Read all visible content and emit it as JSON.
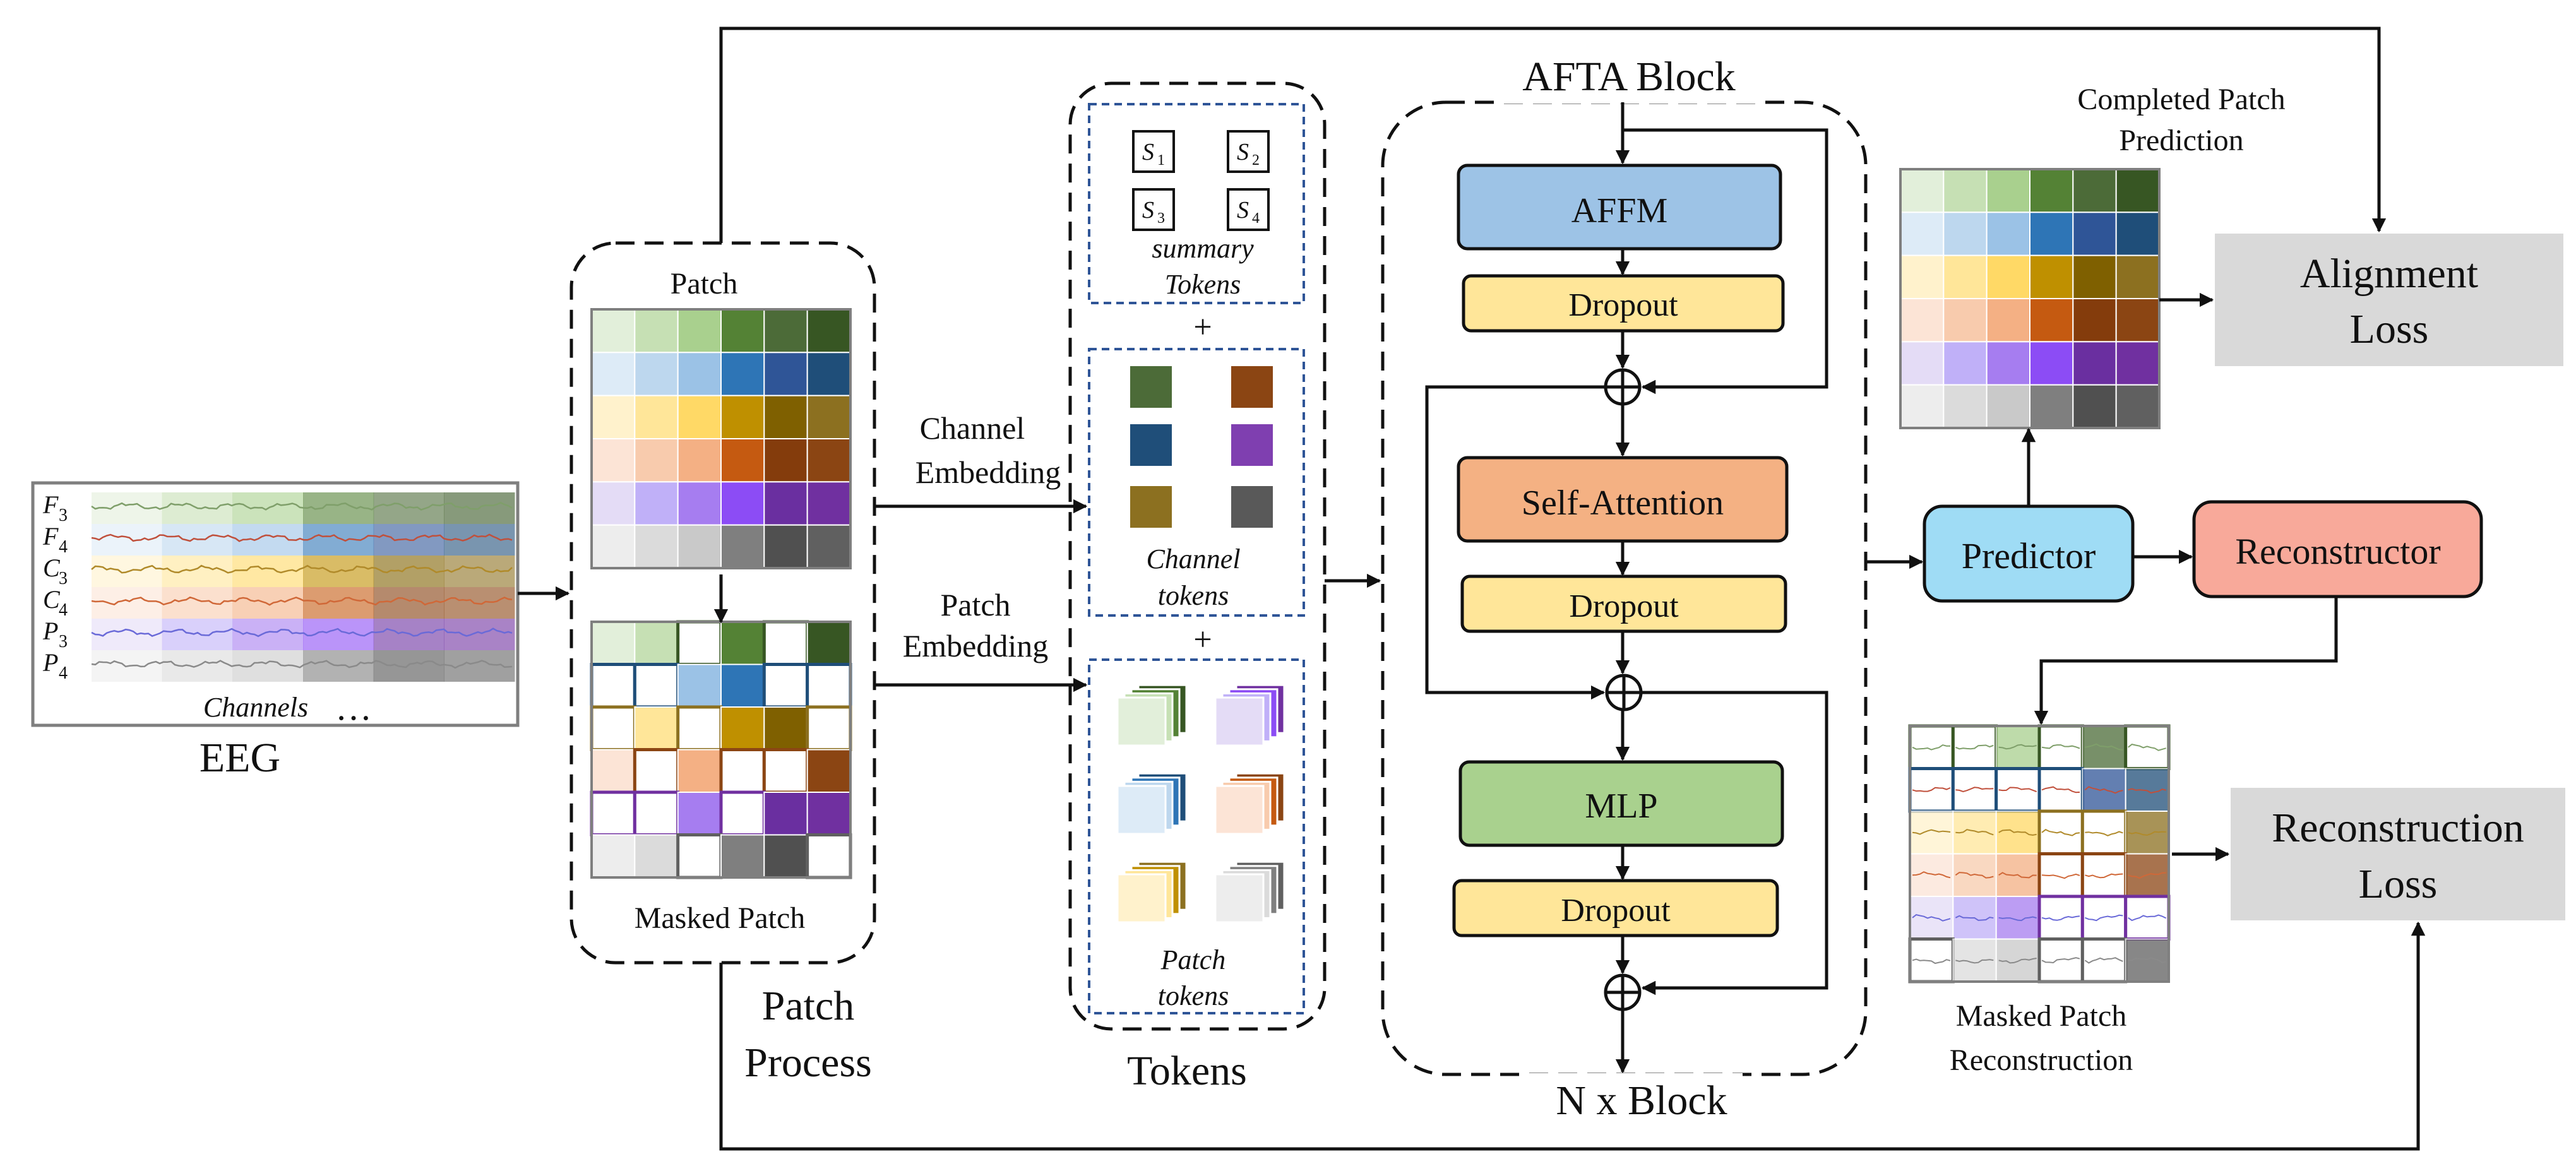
{
  "eeg": {
    "title": "EEG",
    "channel_labels": [
      "F",
      "F",
      "C",
      "C",
      "P",
      "P"
    ],
    "channel_subscripts": [
      "3",
      "4",
      "3",
      "4",
      "3",
      "4"
    ],
    "caption": "Channels",
    "ellipsis": "…"
  },
  "patch_process": {
    "top_label": "Patch",
    "bottom_label": "Masked Patch",
    "title_line1": "Patch",
    "title_line2": "Process"
  },
  "embeddings": {
    "channel_line1": "Channel",
    "channel_line2": "Embedding",
    "patch_line1": "Patch",
    "patch_line2": "Embedding"
  },
  "tokens": {
    "title": "Tokens",
    "summary_letter": "S",
    "summary_subscripts": [
      "1",
      "2",
      "3",
      "4"
    ],
    "summary_line1": "summary",
    "summary_line2": "Tokens",
    "plus": "+",
    "channel_line1": "Channel",
    "channel_line2": "tokens",
    "patch_line1": "Patch",
    "patch_line2": "tokens"
  },
  "afta": {
    "title": "AFTA Block",
    "repeat_label": "N x  Block",
    "affm": "AFFM",
    "dropout": "Dropout",
    "self_attention": "Self-Attention",
    "mlp": "MLP",
    "add_symbol": "⊕"
  },
  "heads": {
    "predictor": "Predictor",
    "reconstructor": "Reconstructor",
    "completed_line1": "Completed Patch",
    "completed_line2": "Prediction",
    "masked_line1": "Masked Patch",
    "masked_line2": "Reconstruction"
  },
  "losses": {
    "alignment_line1": "Alignment",
    "alignment_line2": "Loss",
    "reconstruction_line1": "Reconstruction",
    "reconstruction_line2": "Loss"
  },
  "colors": {
    "palette_rows": [
      [
        "#e2efda",
        "#c6e0b4",
        "#a9d08e",
        "#548235",
        "#4c6b38",
        "#375623"
      ],
      [
        "#ddebf7",
        "#bdd7ee",
        "#9bc2e6",
        "#2e75b6",
        "#2f5597",
        "#1f4e79"
      ],
      [
        "#fff2cc",
        "#ffe699",
        "#ffd966",
        "#bf9000",
        "#7f6000",
        "#8c7020"
      ],
      [
        "#fce4d6",
        "#f8cbad",
        "#f4b084",
        "#c55a11",
        "#843c0c",
        "#8b4513"
      ],
      [
        "#e4dcf6",
        "#c0b0f8",
        "#a67df0",
        "#8c4cf5",
        "#6a2fa0",
        "#7030a0"
      ],
      [
        "#ededed",
        "#dbdbdb",
        "#c9c9c9",
        "#7f7f7f",
        "#505050",
        "#606060"
      ]
    ],
    "affm": "#9dc3e6",
    "dropout": "#ffe699",
    "self_attention": "#f4b183",
    "mlp": "#a9d18e",
    "predictor": "#9fdcf5",
    "reconstructor": "#f8a99a",
    "loss_box": "#d9d9d9",
    "channel_tokens": [
      "#4c6b38",
      "#8b4513",
      "#1f4e79",
      "#7f3fb0",
      "#8c7020",
      "#595959"
    ],
    "token_frame": "#2f5597"
  }
}
